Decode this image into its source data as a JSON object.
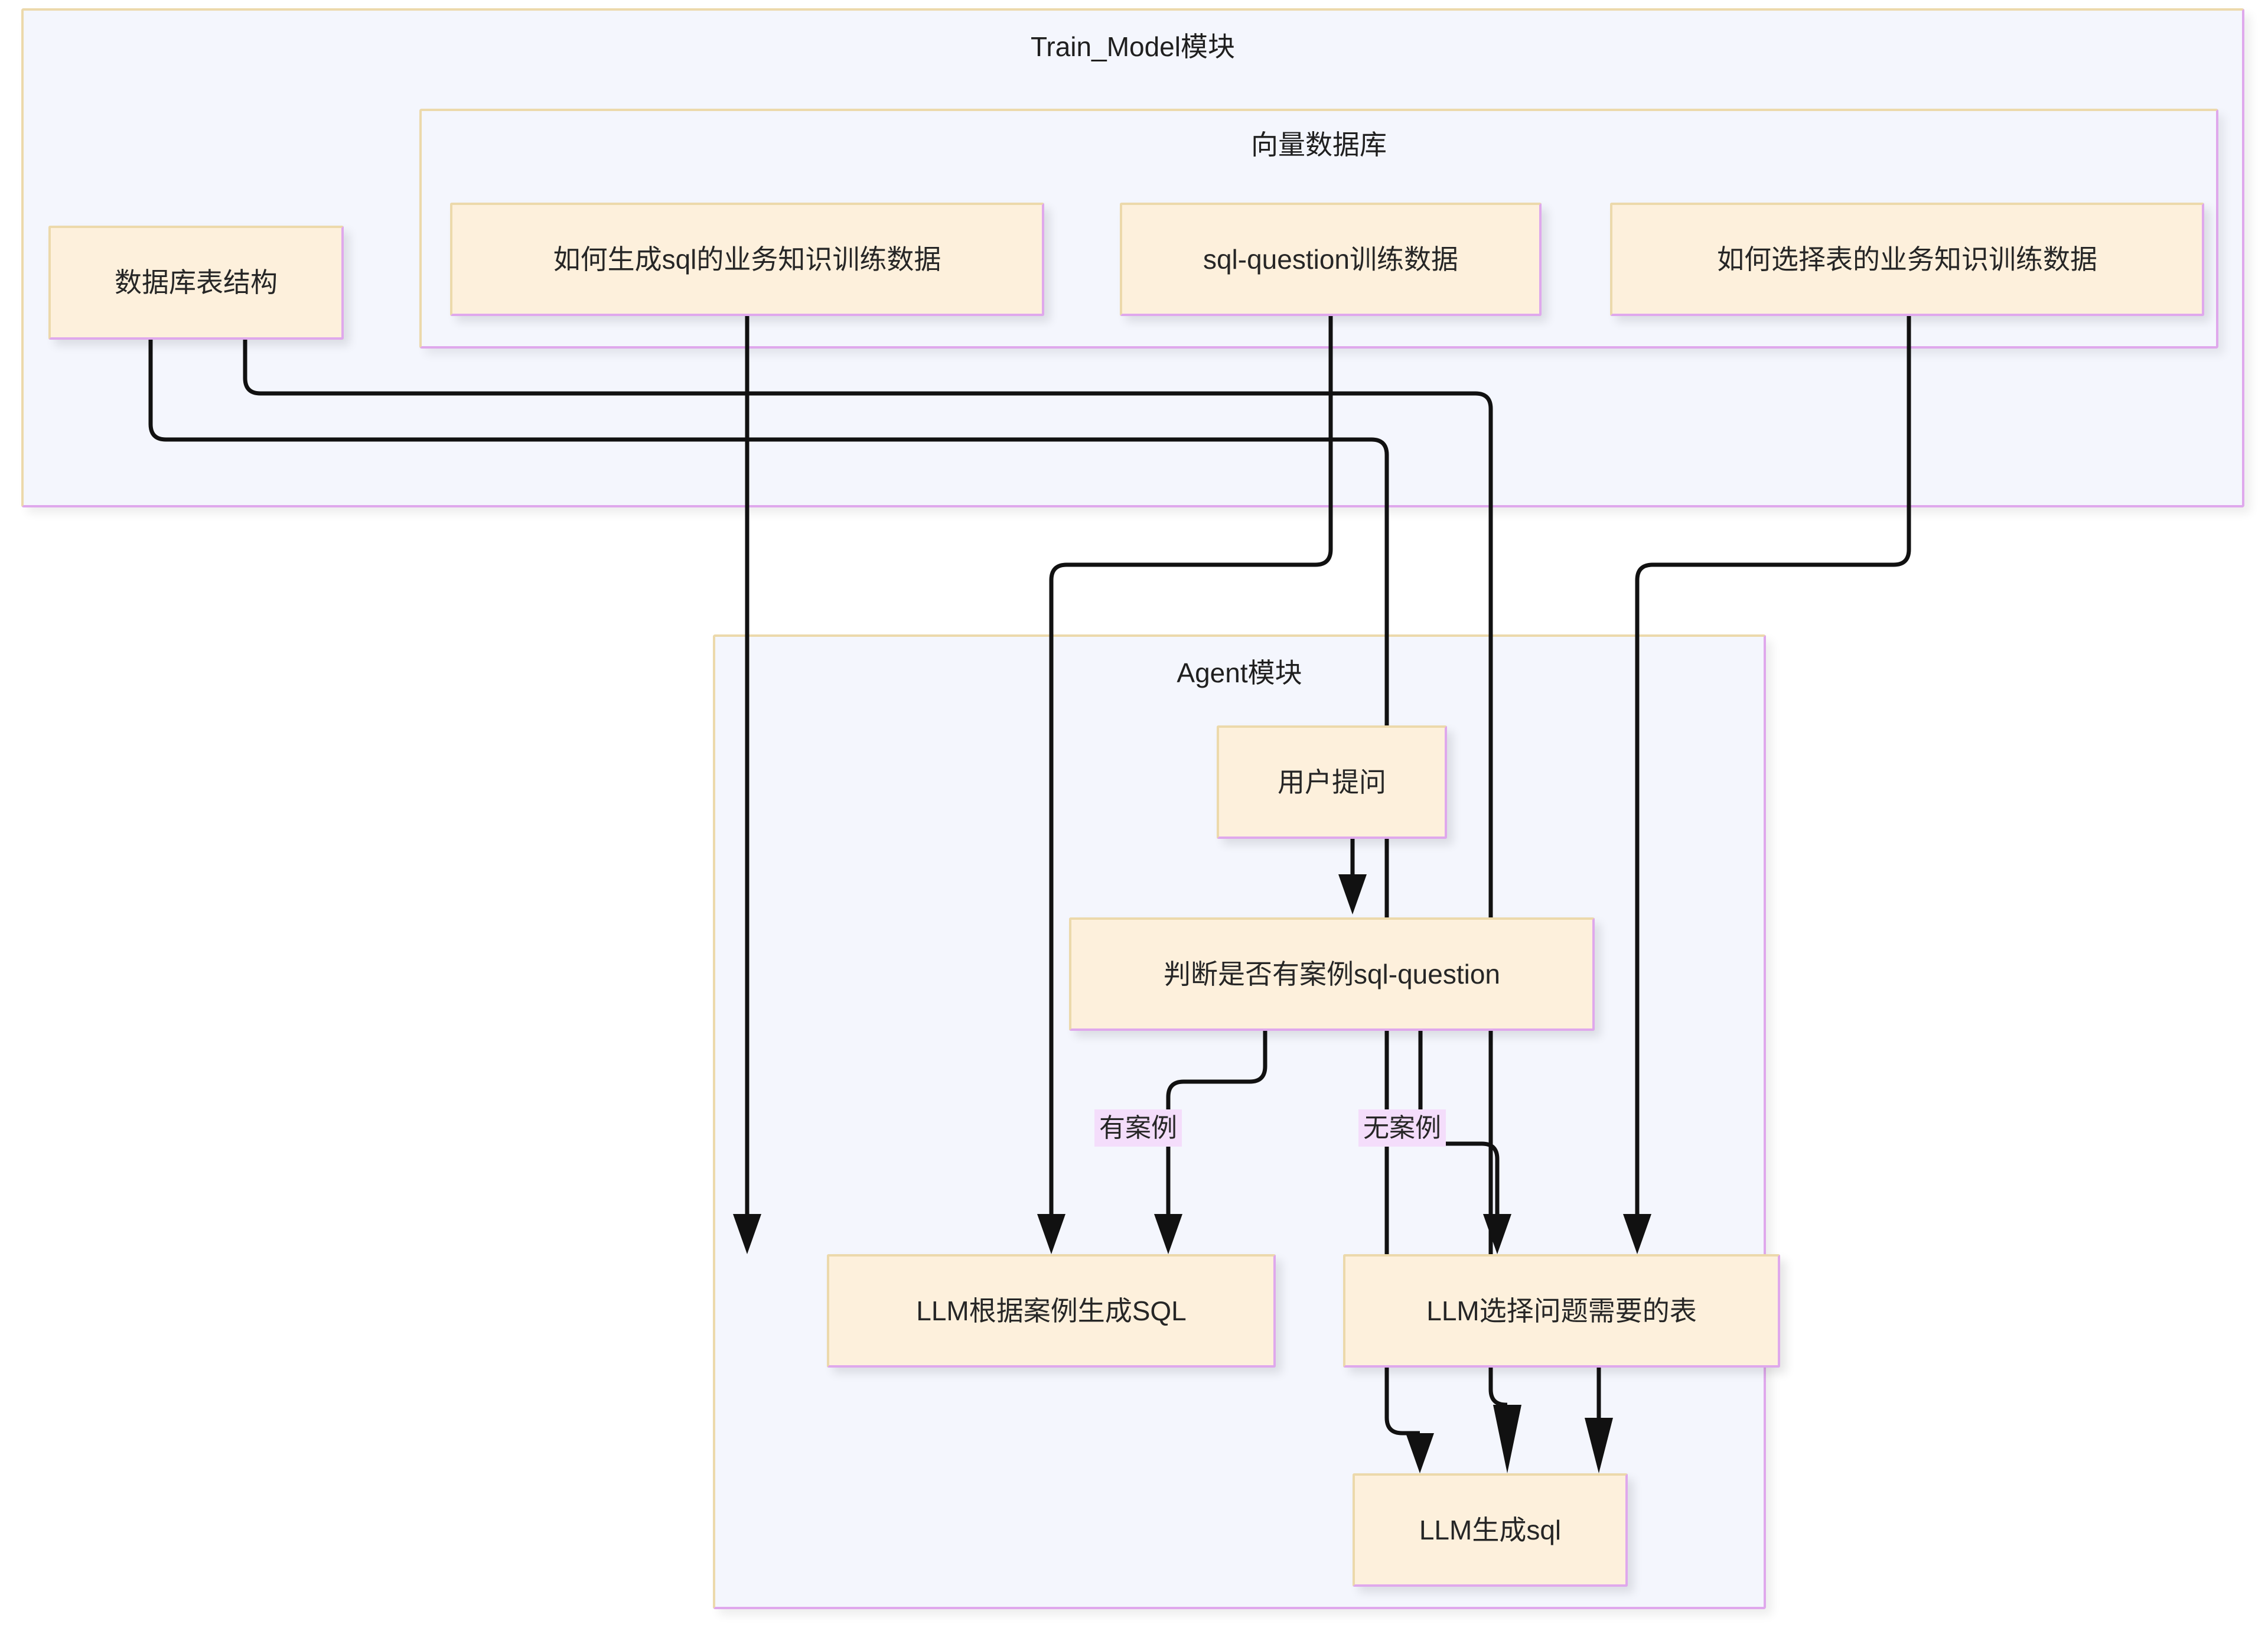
{
  "diagram": {
    "type": "flowchart",
    "title_text_direction": "top-down",
    "background": "#ffffff",
    "node_fill": "#fdf0dc",
    "node_border_warm": "#ecd9ab",
    "node_border_cool": "#dfa8ec",
    "cluster_fill": "#f4f6fd",
    "edge_color": "#111111",
    "edge_label_fill": "#f4ddfb"
  },
  "clusters": {
    "train_model": {
      "title": "Train_Model模块"
    },
    "vector_db": {
      "title": "向量数据库"
    },
    "agent": {
      "title": "Agent模块"
    }
  },
  "nodes": {
    "db_schema": {
      "label": "数据库表结构"
    },
    "howto_gen_sql": {
      "label": "如何生成sql的业务知识训练数据"
    },
    "sql_question": {
      "label": "sql-question训练数据"
    },
    "howto_pick_table": {
      "label": "如何选择表的业务知识训练数据"
    },
    "user_question": {
      "label": "用户提问"
    },
    "judge_case": {
      "label": "判断是否有案例sql-question"
    },
    "llm_gen_sql_from_case": {
      "label": "LLM根据案例生成SQL"
    },
    "llm_pick_table": {
      "label": "LLM选择问题需要的表"
    },
    "llm_gen_sql": {
      "label": "LLM生成sql"
    }
  },
  "edge_labels": {
    "has_case": "有案例",
    "no_case": "无案例"
  },
  "edges": [
    {
      "from": "user_question",
      "to": "judge_case",
      "label": ""
    },
    {
      "from": "judge_case",
      "to": "llm_gen_sql_from_case",
      "label": "有案例"
    },
    {
      "from": "judge_case",
      "to": "llm_pick_table",
      "label": "无案例"
    },
    {
      "from": "sql_question",
      "to": "llm_gen_sql_from_case",
      "label": ""
    },
    {
      "from": "howto_gen_sql",
      "to": "llm_gen_sql_from_case",
      "label": ""
    },
    {
      "from": "howto_pick_table",
      "to": "llm_pick_table",
      "label": ""
    },
    {
      "from": "db_schema",
      "to": "llm_gen_sql",
      "label": ""
    },
    {
      "from": "db_schema",
      "to": "llm_gen_sql",
      "label": ""
    },
    {
      "from": "llm_pick_table",
      "to": "llm_gen_sql",
      "label": ""
    }
  ]
}
